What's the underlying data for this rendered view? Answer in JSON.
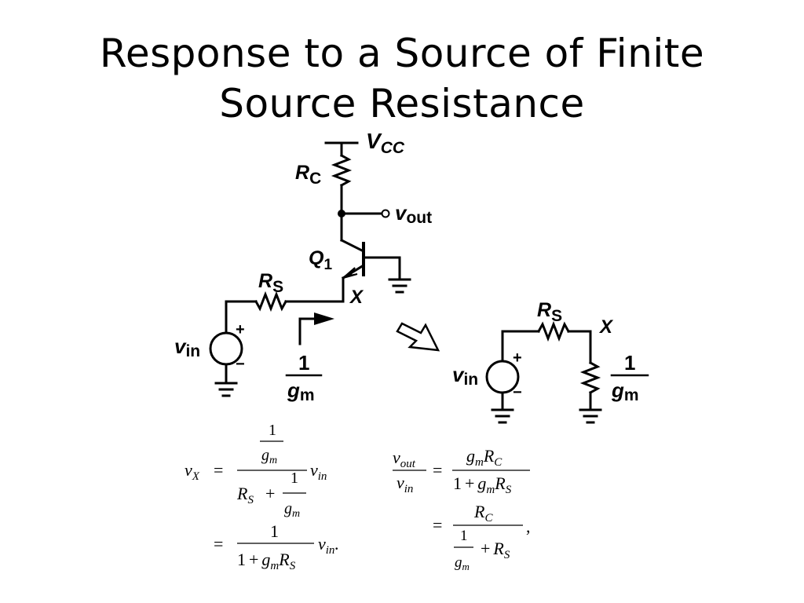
{
  "title": {
    "line1": "Response to a Source of Finite",
    "line2": "Source Resistance"
  },
  "left_circuit": {
    "supply": {
      "main": "V",
      "sub": "CC"
    },
    "collector_resistor": {
      "main": "R",
      "sub": "C"
    },
    "output": {
      "main": "v",
      "sub": "out"
    },
    "transistor": {
      "main": "Q",
      "sub": "1"
    },
    "source_resistor": {
      "main": "R",
      "sub": "S"
    },
    "node": "X",
    "source": {
      "main": "v",
      "sub": "in"
    },
    "plus": "+",
    "minus": "−",
    "impedance": {
      "num": "1",
      "den_main": "g",
      "den_sub": "m"
    }
  },
  "right_circuit": {
    "source_resistor": {
      "main": "R",
      "sub": "S"
    },
    "node": "X",
    "source": {
      "main": "v",
      "sub": "in"
    },
    "plus": "+",
    "minus": "−",
    "impedance": {
      "num": "1",
      "den_main": "g",
      "den_sub": "m"
    }
  },
  "equations": {
    "left": {
      "lhs": "v",
      "lhs_sub": "X",
      "equals": "=",
      "inner_num": "1",
      "g": "g",
      "g_sub": "m",
      "R": "R",
      "R_sub": "S",
      "plus": "+",
      "vin": "v",
      "vin_sub": "in",
      "one": "1",
      "period": "."
    },
    "right": {
      "vout": "v",
      "vout_sub": "out",
      "vin": "v",
      "vin_sub": "in",
      "equals": "=",
      "gm": "g",
      "gm_sub": "m",
      "R": "R",
      "R_C_sub": "C",
      "R_S_sub": "S",
      "one": "1",
      "plus": "+",
      "comma": ","
    }
  }
}
